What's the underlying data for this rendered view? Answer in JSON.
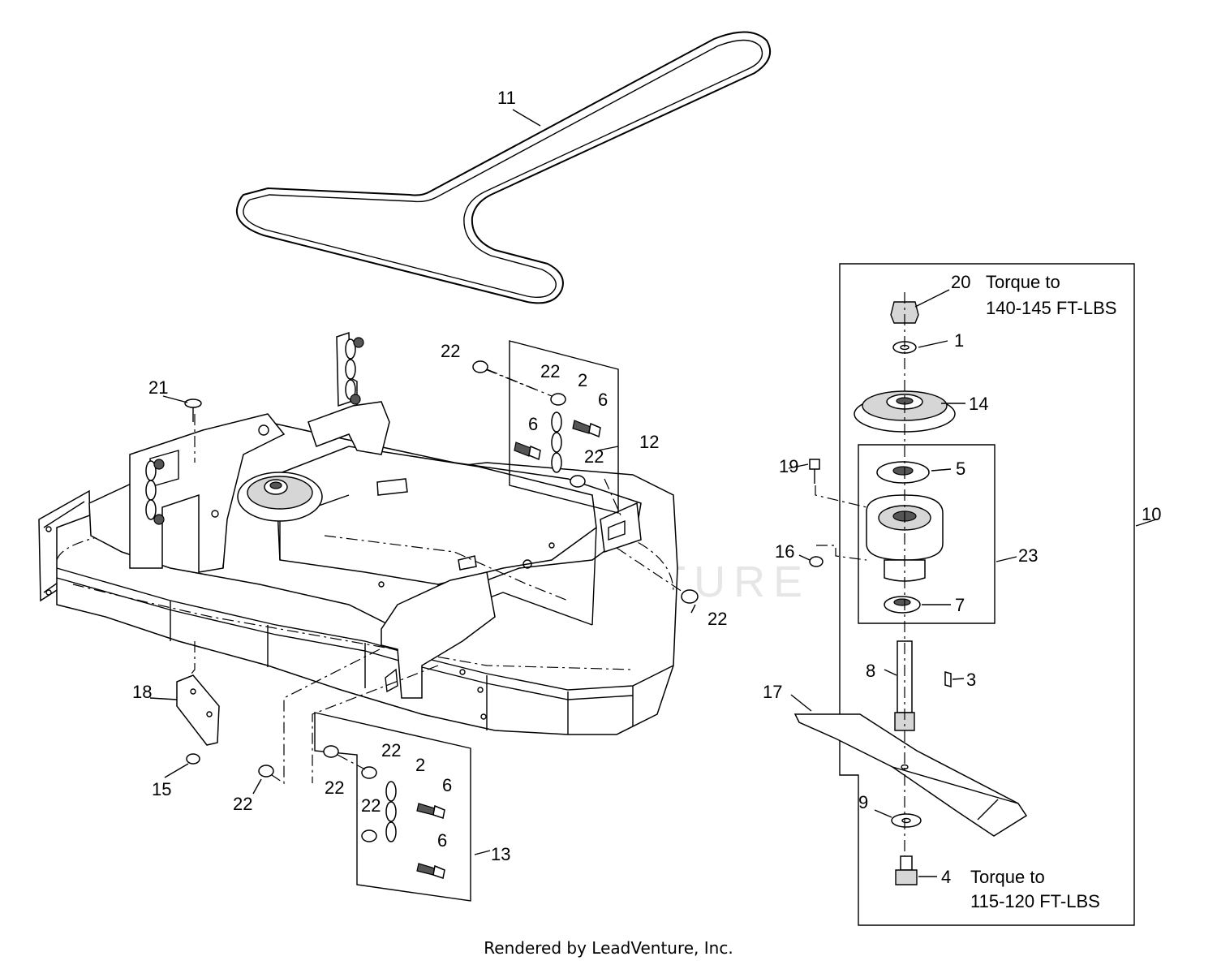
{
  "diagram": {
    "callouts": {
      "c1": "1",
      "c2a": "2",
      "c2b": "2",
      "c3": "3",
      "c4": "4",
      "c5": "5",
      "c6a": "6",
      "c6b": "6",
      "c6c": "6",
      "c6d": "6",
      "c7": "7",
      "c8": "8",
      "c9": "9",
      "c10": "10",
      "c11": "11",
      "c12": "12",
      "c13": "13",
      "c14": "14",
      "c15": "15",
      "c16": "16",
      "c17": "17",
      "c18": "18",
      "c19": "19",
      "c20": "20",
      "c21": "21",
      "c22a": "22",
      "c22b": "22",
      "c22c": "22",
      "c22d": "22",
      "c22e": "22",
      "c22f": "22",
      "c22g": "22",
      "c22h": "22",
      "c23": "23"
    },
    "notes": {
      "torque_top_line1": "Torque to",
      "torque_top_line2": "140-145 FT-LBS",
      "torque_bottom_line1": "Torque to",
      "torque_bottom_line2": "115-120 FT-LBS"
    },
    "watermark": "LEADVENTURE"
  },
  "footer": {
    "text": "Rendered by LeadVenture, Inc."
  }
}
